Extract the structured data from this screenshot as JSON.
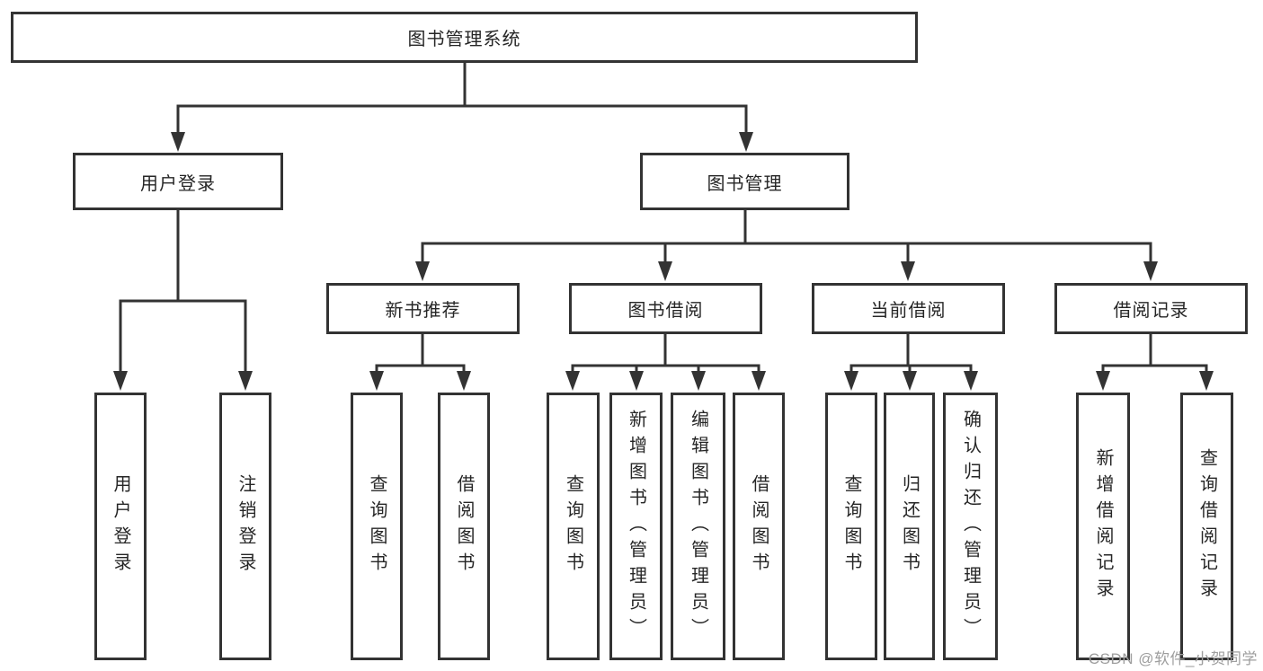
{
  "diagram": {
    "root_label": "图书管理系统",
    "branches": {
      "login": {
        "label": "用户登录",
        "children": [
          "用户登录",
          "注销登录"
        ]
      },
      "manage": {
        "label": "图书管理",
        "groups": [
          {
            "label": "新书推荐",
            "children": [
              "查询图书",
              "借阅图书"
            ]
          },
          {
            "label": "图书借阅",
            "children": [
              "查询图书",
              "新增图书（管理员）",
              "编辑图书（管理员）",
              "借阅图书"
            ]
          },
          {
            "label": "当前借阅",
            "children": [
              "查询图书",
              "归还图书",
              "确认归还（管理员）"
            ]
          },
          {
            "label": "借阅记录",
            "children": [
              "新增借阅记录",
              "查询借阅记录"
            ]
          }
        ]
      }
    },
    "watermark": "CSDN @软件_小贺同学",
    "colors": {
      "line": "#333333",
      "text": "#262626",
      "box_background": "#ffffff",
      "watermark": "#9e9e9e",
      "page_background": "#ffffff"
    }
  }
}
